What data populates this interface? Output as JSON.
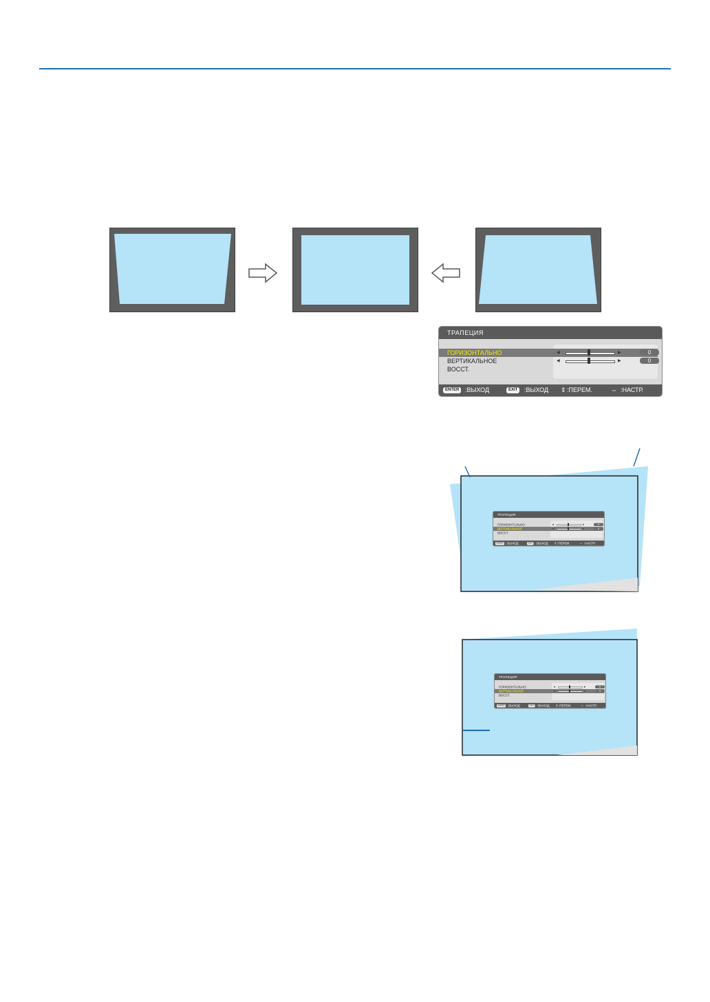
{
  "osd": {
    "title": "ТРАПЕЦИЯ",
    "items": [
      "ГОРИЗОНТАЛЬНО",
      "ВЕРТИКАЛЬНОЕ",
      "ВОССТ."
    ],
    "values": [
      "0",
      "0"
    ],
    "footer": {
      "enter_key": "ENTER",
      "enter_label": ":ВЫХОД",
      "exit_key": "EXIT",
      "exit_label": ":ВЫХОД",
      "select_icon": "updown-arrows-icon",
      "select_label": ":ПЕРЕМ.",
      "adjust_icon": "leftright-arrows-icon",
      "adjust_label": ":НАСТР."
    }
  },
  "colors": {
    "rule": "#1a6fb3",
    "screen_fill": "#b5e3f8",
    "frame": "#5e5e5e",
    "highlight_text": "#ffee00"
  }
}
